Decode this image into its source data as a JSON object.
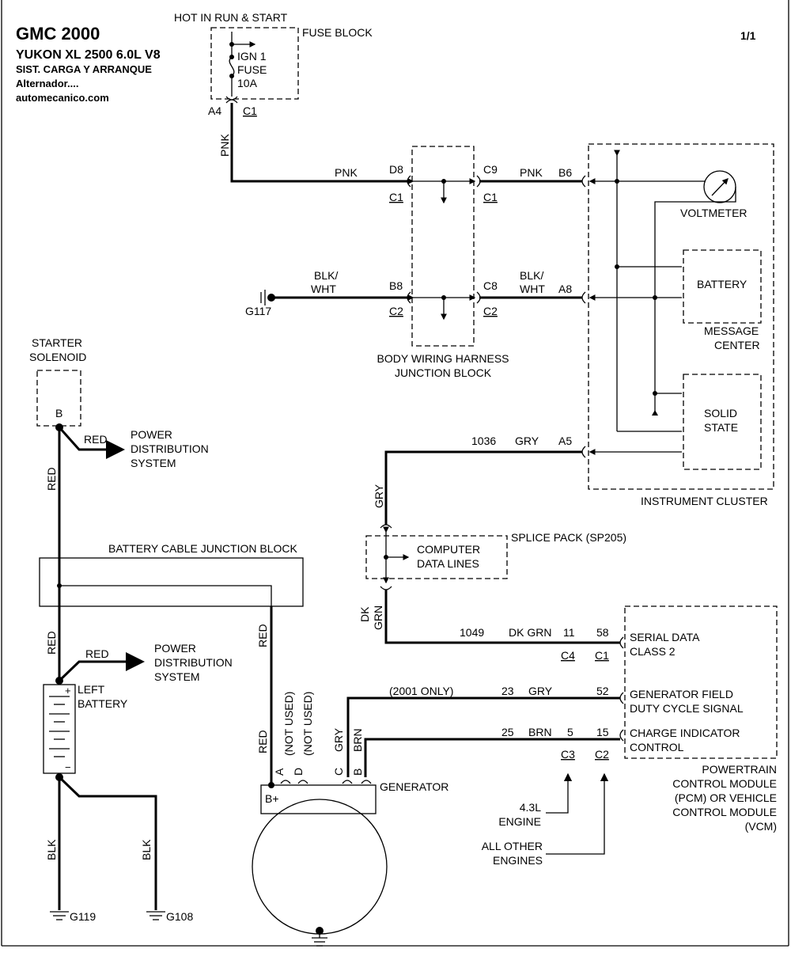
{
  "header": {
    "make": "GMC 2000",
    "model": "YUKON XL 2500  6.0L  V8",
    "system": "SIST. CARGA Y ARRANQUE",
    "subsystem": "Alternador....",
    "site": "automecanico.com",
    "page": "1/1"
  },
  "fuse_block": {
    "title": "HOT IN RUN & START",
    "label": "FUSE BLOCK",
    "fuse_name": "IGN 1",
    "fuse_word": "FUSE",
    "rating": "10A",
    "pin": "A4",
    "connector": "C1"
  },
  "wires": {
    "pnk": "PNK",
    "blk_wht_1": "BLK/",
    "blk_wht_2": "WHT",
    "red": "RED",
    "gry": "GRY",
    "dk": "DK",
    "grn": "GRN",
    "dk_grn": "DK GRN",
    "brn": "BRN",
    "blk": "BLK",
    "c1036": "1036",
    "c1049": "1049",
    "c23": "23",
    "c25": "25",
    "only2001": "(2001 ONLY)"
  },
  "junction": {
    "d8": "D8",
    "b8": "B8",
    "c9": "C9",
    "c8": "C8",
    "c1": "C1",
    "c2": "C2",
    "label1": "BODY WIRING HARNESS",
    "label2": "JUNCTION BLOCK",
    "ground": "G117"
  },
  "cluster": {
    "b6": "B6",
    "a8": "A8",
    "a5": "A5",
    "voltmeter": "VOLTMETER",
    "battery": "BATTERY",
    "message1": "MESSAGE",
    "message2": "CENTER",
    "solid1": "SOLID",
    "solid2": "STATE",
    "label": "INSTRUMENT CLUSTER"
  },
  "starter": {
    "l1": "STARTER",
    "l2": "SOLENOID",
    "pin": "B"
  },
  "power_dist": {
    "l1": "POWER",
    "l2": "DISTRIBUTION",
    "l3": "SYSTEM"
  },
  "battery_junction": {
    "label": "BATTERY CABLE JUNCTION BLOCK"
  },
  "left_battery": {
    "l1": "LEFT",
    "l2": "BATTERY",
    "plus": "+",
    "minus": "−"
  },
  "grounds": {
    "g119": "G119",
    "g108": "G108"
  },
  "splice": {
    "label": "SPLICE PACK (SP205)",
    "l1": "COMPUTER",
    "l2": "DATA LINES"
  },
  "generator": {
    "label": "GENERATOR",
    "bplus": "B+",
    "a": "A",
    "d": "D",
    "c": "C",
    "b": "B",
    "not_used": "(NOT USED)"
  },
  "pcm": {
    "p11": "11",
    "p58": "58",
    "c4": "C4",
    "c1": "C1",
    "serial1": "SERIAL DATA",
    "serial2": "CLASS 2",
    "p52": "52",
    "field1": "GENERATOR FIELD",
    "field2": "DUTY CYCLE SIGNAL",
    "p5": "5",
    "p15": "15",
    "charge1": "CHARGE INDICATOR",
    "charge2": "CONTROL",
    "c3": "C3",
    "c2": "C2",
    "m1": "POWERTRAIN",
    "m2": "CONTROL MODULE",
    "m3": "(PCM) OR VEHICLE",
    "m4": "CONTROL MODULE",
    "m5": "(VCM)"
  },
  "engines": {
    "e43a": "4.3L",
    "e43b": "ENGINE",
    "allA": "ALL OTHER",
    "allB": "ENGINES"
  }
}
